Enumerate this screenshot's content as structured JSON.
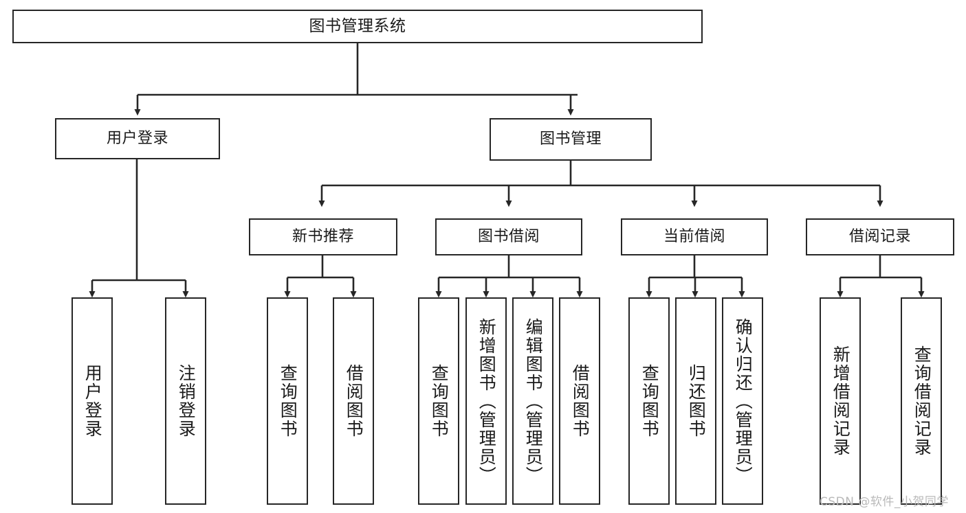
{
  "diagram": {
    "title_box": {
      "label": "图书管理系统"
    },
    "level1": [
      {
        "id": "user-login",
        "label": "用户登录"
      },
      {
        "id": "book-management",
        "label": "图书管理"
      }
    ],
    "level2": [
      {
        "id": "new-book-recommend",
        "label": "新书推荐"
      },
      {
        "id": "book-borrow",
        "label": "图书借阅"
      },
      {
        "id": "current-borrow",
        "label": "当前借阅"
      },
      {
        "id": "borrow-record",
        "label": "借阅记录"
      }
    ],
    "leaves": {
      "user_login": [
        {
          "id": "leaf-user-login",
          "label": "用户登录"
        },
        {
          "id": "leaf-logout-login",
          "label": "注销登录"
        }
      ],
      "new_book_recommend": [
        {
          "id": "leaf-query-book-1",
          "label": "查询图书"
        },
        {
          "id": "leaf-borrow-book-1",
          "label": "借阅图书"
        }
      ],
      "book_borrow": [
        {
          "id": "leaf-query-book-2",
          "label": "查询图书"
        },
        {
          "id": "leaf-add-book",
          "label": "新增图书（管理员）"
        },
        {
          "id": "leaf-edit-book",
          "label": "编辑图书（管理员）"
        },
        {
          "id": "leaf-borrow-book-2",
          "label": "借阅图书"
        }
      ],
      "current_borrow": [
        {
          "id": "leaf-query-book-3",
          "label": "查询图书"
        },
        {
          "id": "leaf-return-book",
          "label": "归还图书"
        },
        {
          "id": "leaf-confirm-return",
          "label": "确认归还（管理员）"
        }
      ],
      "borrow_record": [
        {
          "id": "leaf-add-record",
          "label": "新增借阅记录"
        },
        {
          "id": "leaf-query-record",
          "label": "查询借阅记录"
        }
      ]
    },
    "watermark": "CSDN @软件_小贺同学",
    "colors": {
      "stroke": "#262626",
      "fill": "#ffffff",
      "text": "#1a1a1a",
      "watermark": "#b9b9b9"
    }
  }
}
